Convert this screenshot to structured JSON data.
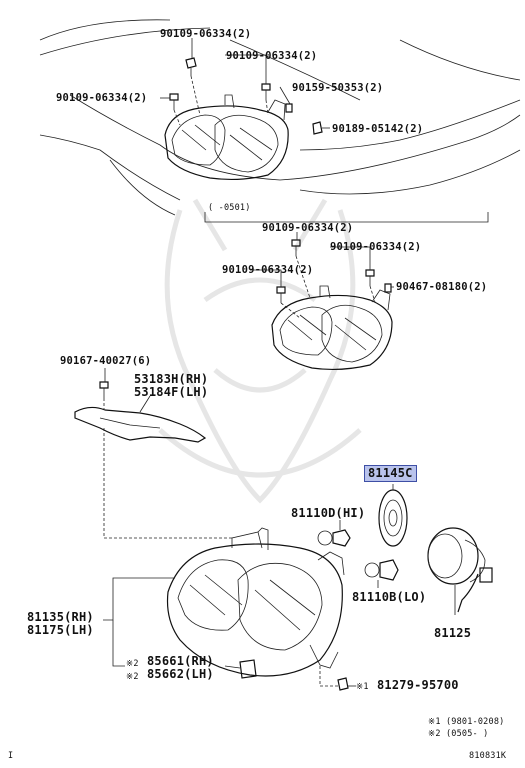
{
  "diagram_id": "810831K",
  "parts": {
    "bolt_top": "90109-06334(2)",
    "bolt_top2": "90109-06334(2)",
    "bolt_left": "90109-06334(2)",
    "screw_top": "90159-50353(2)",
    "clip_top": "90189-05142(2)",
    "bolt_mid1": "90109-06334(2)",
    "bolt_mid2": "90109-06334(2)",
    "bolt_mid3": "90109-06334(2)",
    "nut_mid": "90467-08180(2)",
    "bolt_bracket": "90167-40027(6)",
    "bracket_rh": "53183H(RH)",
    "bracket_lh": "53184F(LH)",
    "cap": "81145C",
    "bulb_hi": "81110D(HI)",
    "bulb_lo": "81110B(LO)",
    "socket": "81125",
    "lamp_rh": "81135(RH)",
    "lamp_lh": "81175(LH)",
    "leveler_rh": "85661(RH)",
    "leveler_lh": "85662(LH)",
    "screw_bottom": "81279-95700"
  },
  "marks": {
    "mark1": "※2",
    "mark2": "※2",
    "mark3": "※1"
  },
  "range_label": "(     -0501)",
  "notes": {
    "note1": "※1 (9801-0208)",
    "note2": "※2 (0505-     )"
  },
  "page_mark": "I"
}
